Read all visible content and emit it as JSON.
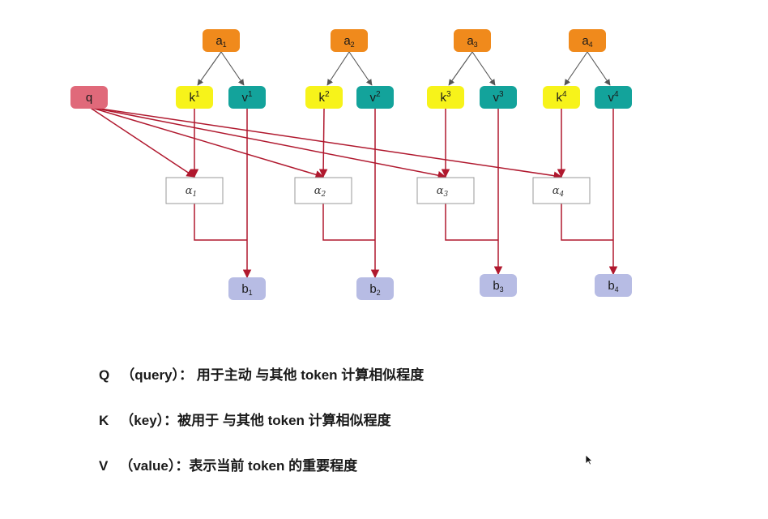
{
  "diagram": {
    "inputs": [
      {
        "base": "a",
        "index": "1"
      },
      {
        "base": "a",
        "index": "2"
      },
      {
        "base": "a",
        "index": "3"
      },
      {
        "base": "a",
        "index": "4"
      }
    ],
    "keys": [
      {
        "base": "k",
        "index": "1"
      },
      {
        "base": "k",
        "index": "2"
      },
      {
        "base": "k",
        "index": "3"
      },
      {
        "base": "k",
        "index": "4"
      }
    ],
    "values": [
      {
        "base": "v",
        "index": "1"
      },
      {
        "base": "v",
        "index": "2"
      },
      {
        "base": "v",
        "index": "3"
      },
      {
        "base": "v",
        "index": "4"
      }
    ],
    "scores": [
      {
        "base": "α",
        "index": "1"
      },
      {
        "base": "α",
        "index": "2"
      },
      {
        "base": "α",
        "index": "3"
      },
      {
        "base": "α",
        "index": "4"
      }
    ],
    "outputs": [
      {
        "base": "b",
        "index": "1"
      },
      {
        "base": "b",
        "index": "2"
      },
      {
        "base": "b",
        "index": "3"
      },
      {
        "base": "b",
        "index": "4"
      }
    ],
    "query": {
      "label": "q"
    },
    "colors": {
      "input": "#f08a1c",
      "key": "#f7f31a",
      "value": "#13a39b",
      "query": "#e0697a",
      "output": "#b7bce4",
      "arrow_red": "#b0182e",
      "arrow_gray": "#555555"
    }
  },
  "legend": [
    {
      "letter": "Q",
      "paren": "（query）：",
      "text": " 用于主动 与其他 token 计算相似程度"
    },
    {
      "letter": "K",
      "paren": "（key）：",
      "text": "被用于 与其他 token 计算相似程度"
    },
    {
      "letter": "V",
      "paren": "（value）：",
      "text": "表示当前 token 的重要程度"
    }
  ]
}
